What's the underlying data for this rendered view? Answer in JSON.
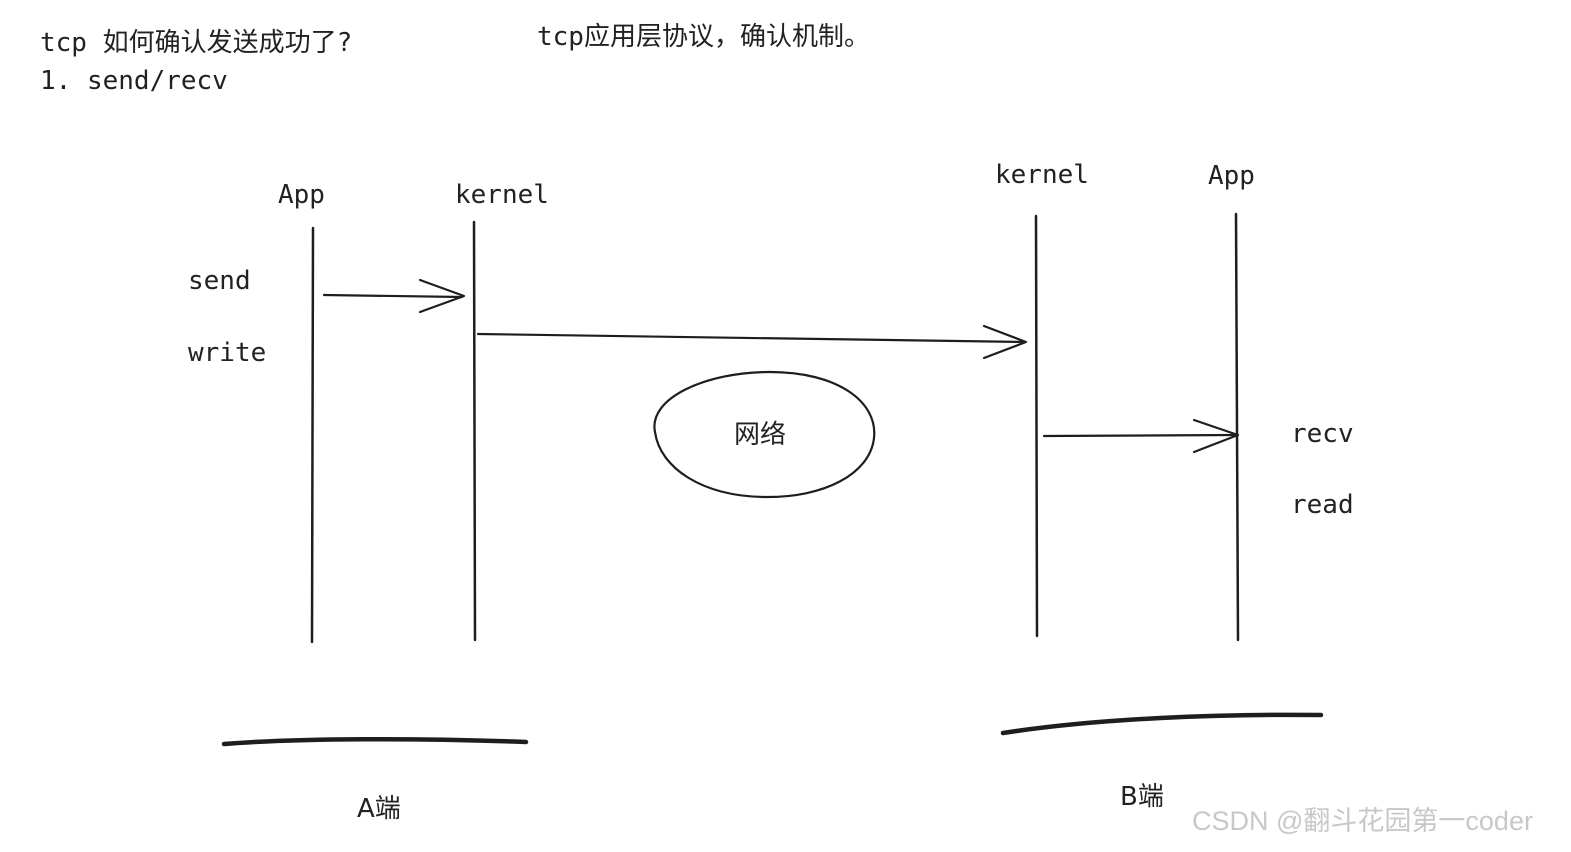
{
  "notes": {
    "title_line": "tcp 如何确认发送成功了?",
    "step_line": "1. send/recv",
    "top_note": "tcp应用层协议，确认机制。"
  },
  "side_a": {
    "app_label": "App",
    "kernel_label": "kernel",
    "call_send": "send",
    "call_write": "write",
    "side_label": "A端"
  },
  "side_b": {
    "app_label": "App",
    "kernel_label": "kernel",
    "call_recv": "recv",
    "call_read": "read",
    "side_label": "B端"
  },
  "network": {
    "label": "网络"
  },
  "watermark": {
    "text": "CSDN @翻斗花园第一coder"
  },
  "colors": {
    "ink": "#1e1e1e",
    "watermark": "#c8c8c8",
    "background": "#ffffff"
  }
}
